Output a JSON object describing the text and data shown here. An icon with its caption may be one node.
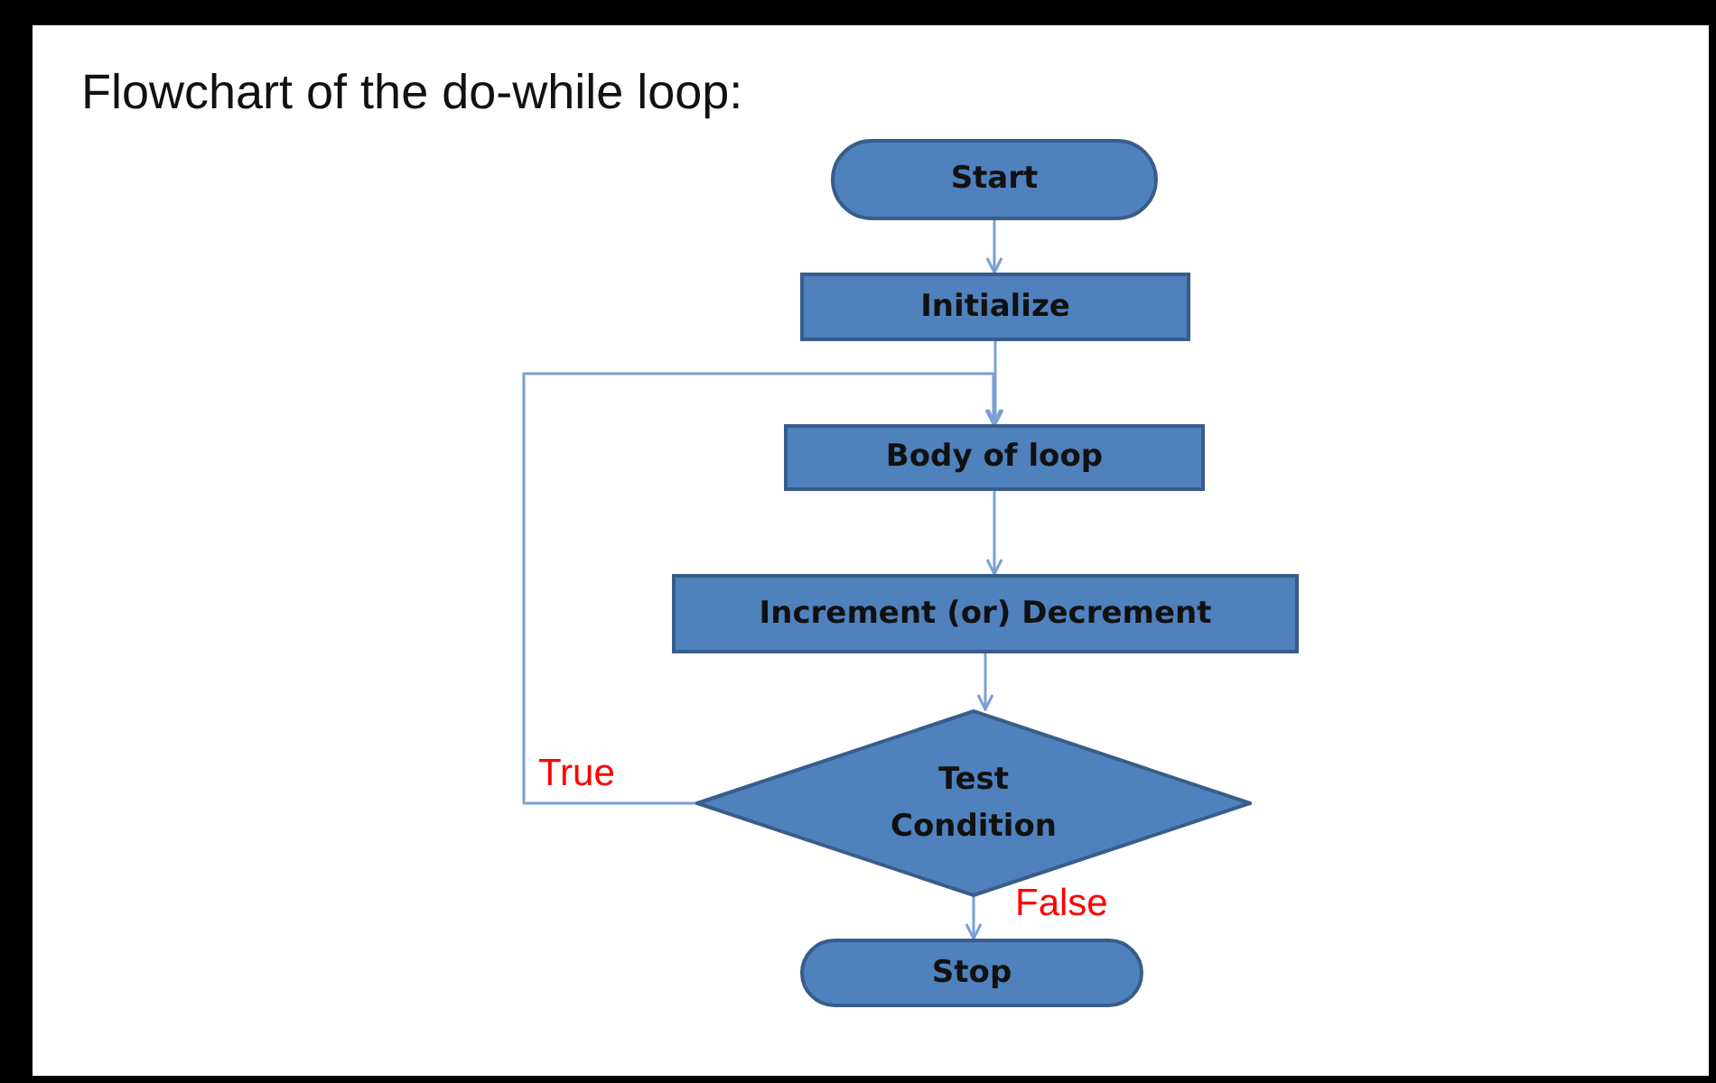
{
  "diagram": {
    "title": "Flowchart of the do-while loop:",
    "nodes": [
      {
        "text": [
          "Start"
        ]
      },
      {
        "text": [
          "Initialize"
        ]
      },
      {
        "text": [
          "Body of loop"
        ]
      },
      {
        "text": [
          "Increment (or) Decrement"
        ]
      },
      {
        "text": [
          "Test Condition"
        ]
      },
      {
        "text": [
          "Stop"
        ]
      }
    ],
    "edges": [
      {
        "from": 0,
        "to": 1,
        "arrow": "to"
      },
      {
        "from": 1,
        "to": 2,
        "arrow": "to"
      },
      {
        "from": 2,
        "to": 3,
        "arrow": "to"
      },
      {
        "from": 3,
        "to": 4,
        "arrow": "to"
      },
      {
        "from": 4,
        "to": 2,
        "arrow": "to",
        "label": "True"
      },
      {
        "from": 4,
        "to": 5,
        "arrow": "to",
        "label": "False"
      }
    ]
  }
}
